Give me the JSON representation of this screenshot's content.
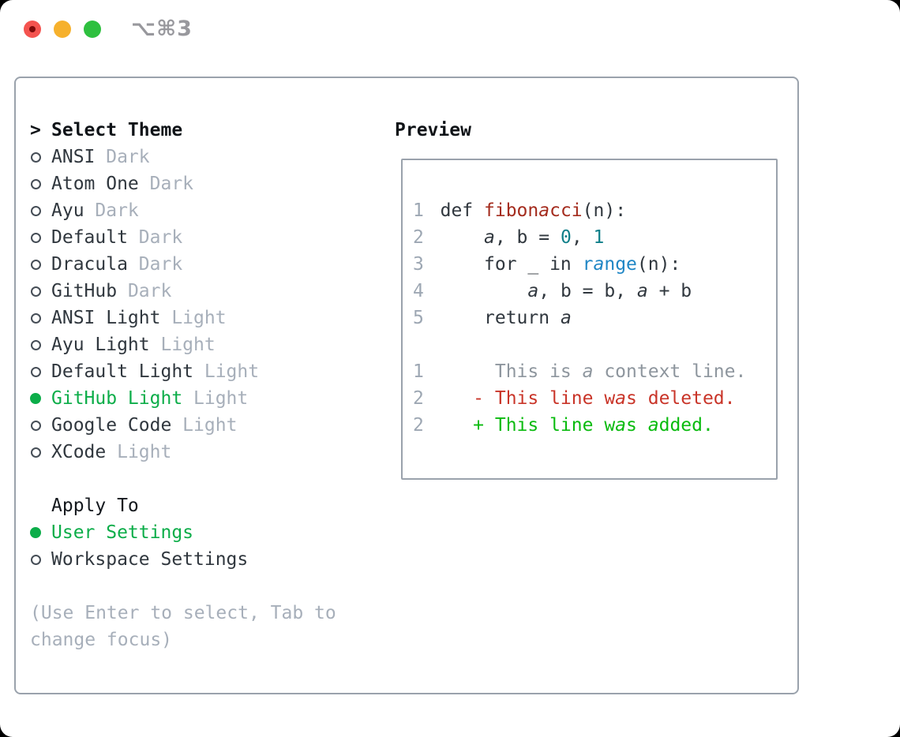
{
  "window": {
    "title": "⌥⌘3",
    "traffic_lights": {
      "close": "#f4534f",
      "close_dot": "#7e0a0a",
      "minimize": "#f6b12d",
      "zoom": "#2ec03f"
    }
  },
  "theme_menu": {
    "header_prefix": ">",
    "header_label": "Select Theme",
    "items": [
      {
        "name": "ANSI",
        "variant": "Dark",
        "selected": false
      },
      {
        "name": "Atom One",
        "variant": "Dark",
        "selected": false
      },
      {
        "name": "Ayu",
        "variant": "Dark",
        "selected": false
      },
      {
        "name": "Default",
        "variant": "Dark",
        "selected": false
      },
      {
        "name": "Dracula",
        "variant": "Dark",
        "selected": false
      },
      {
        "name": "GitHub",
        "variant": "Dark",
        "selected": false
      },
      {
        "name": "ANSI Light",
        "variant": "Light",
        "selected": false
      },
      {
        "name": "Ayu Light",
        "variant": "Light",
        "selected": false
      },
      {
        "name": "Default Light",
        "variant": "Light",
        "selected": false
      },
      {
        "name": "GitHub Light",
        "variant": "Light",
        "selected": true
      },
      {
        "name": "Google Code",
        "variant": "Light",
        "selected": false
      },
      {
        "name": "XCode",
        "variant": "Light",
        "selected": false
      }
    ],
    "apply_to_label": "Apply To",
    "apply_to_options": [
      {
        "name": "User Settings",
        "selected": true
      },
      {
        "name": "Workspace Settings",
        "selected": false
      }
    ],
    "help": "(Use Enter to select, Tab to change focus)"
  },
  "preview": {
    "title": "Preview",
    "code_lines": [
      {
        "num": "1",
        "segments": [
          {
            "t": "def ",
            "s": "kw"
          },
          {
            "t": "fibonacci",
            "s": "fn"
          },
          {
            "t": "(n):",
            "s": "pl"
          }
        ]
      },
      {
        "num": "2",
        "segments": [
          {
            "t": "    a, b = ",
            "s": "pl"
          },
          {
            "t": "0",
            "s": "num"
          },
          {
            "t": ", ",
            "s": "pl"
          },
          {
            "t": "1",
            "s": "num"
          }
        ]
      },
      {
        "num": "3",
        "segments": [
          {
            "t": "    for _ in ",
            "s": "pl"
          },
          {
            "t": "range",
            "s": "bi"
          },
          {
            "t": "(n):",
            "s": "pl"
          }
        ]
      },
      {
        "num": "4",
        "segments": [
          {
            "t": "        a, b = b, a + b",
            "s": "pl"
          }
        ]
      },
      {
        "num": "5",
        "segments": [
          {
            "t": "    return a",
            "s": "pl"
          }
        ]
      },
      {
        "num": "",
        "segments": []
      },
      {
        "num": "1",
        "segments": [
          {
            "t": "     This is a context line.",
            "s": "ctx"
          }
        ]
      },
      {
        "num": "2",
        "segments": [
          {
            "t": "   - This line was deleted.",
            "s": "del"
          }
        ]
      },
      {
        "num": "2",
        "segments": [
          {
            "t": "   + This line was added.",
            "s": "add"
          }
        ]
      }
    ]
  },
  "colors": {
    "accent_green": "#0cad49",
    "panel_border": "#9aa2ac",
    "text_dark": "#30373e",
    "text_black": "#101418",
    "text_muted": "#a7afba",
    "line_number": "#9da7b3",
    "syntax": {
      "kw": "#30373e",
      "pl": "#30373e",
      "fn": "#a42c1e",
      "num": "#0f7f89",
      "bi": "#1f86c5",
      "ctx": "#8e969e",
      "del": "#c93529",
      "add": "#0abb0f"
    }
  }
}
